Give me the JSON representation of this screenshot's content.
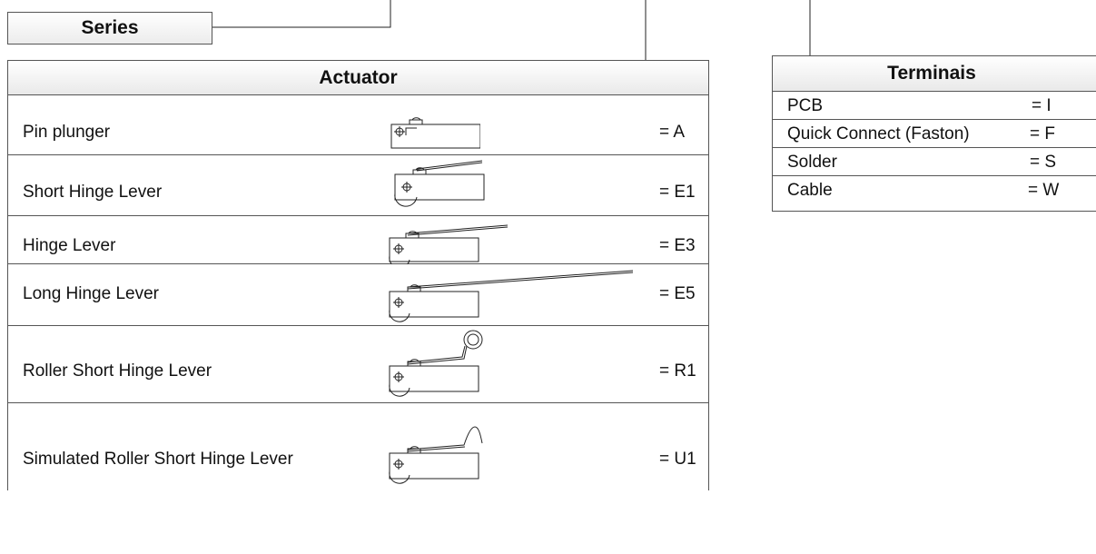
{
  "series": {
    "label": "Series"
  },
  "actuator": {
    "title": "Actuator",
    "rows": [
      {
        "label": "Pin plunger",
        "code": "= A",
        "icon": "pin-plunger-switch-icon"
      },
      {
        "label": "Short Hinge Lever",
        "code": "= E1",
        "icon": "short-hinge-lever-switch-icon"
      },
      {
        "label": "Hinge Lever",
        "code": "= E3",
        "icon": "hinge-lever-switch-icon"
      },
      {
        "label": "Long Hinge Lever",
        "code": "= E5",
        "icon": "long-hinge-lever-switch-icon"
      },
      {
        "label": "Roller Short Hinge Lever",
        "code": "= R1",
        "icon": "roller-short-hinge-lever-switch-icon"
      },
      {
        "label": "Simulated Roller Short Hinge Lever",
        "code": "= U1",
        "icon": "simulated-roller-hinge-lever-switch-icon"
      }
    ]
  },
  "terminals": {
    "title": "Terminais",
    "rows": [
      {
        "label": "PCB",
        "code": "= I"
      },
      {
        "label": "Quick Connect (Faston)",
        "code": "= F"
      },
      {
        "label": "Solder",
        "code": "= S"
      },
      {
        "label": "Cable",
        "code": "= W"
      }
    ]
  },
  "colors": {
    "border": "#555555",
    "header_gradient_end": "#e9e9e9",
    "text": "#111111"
  }
}
